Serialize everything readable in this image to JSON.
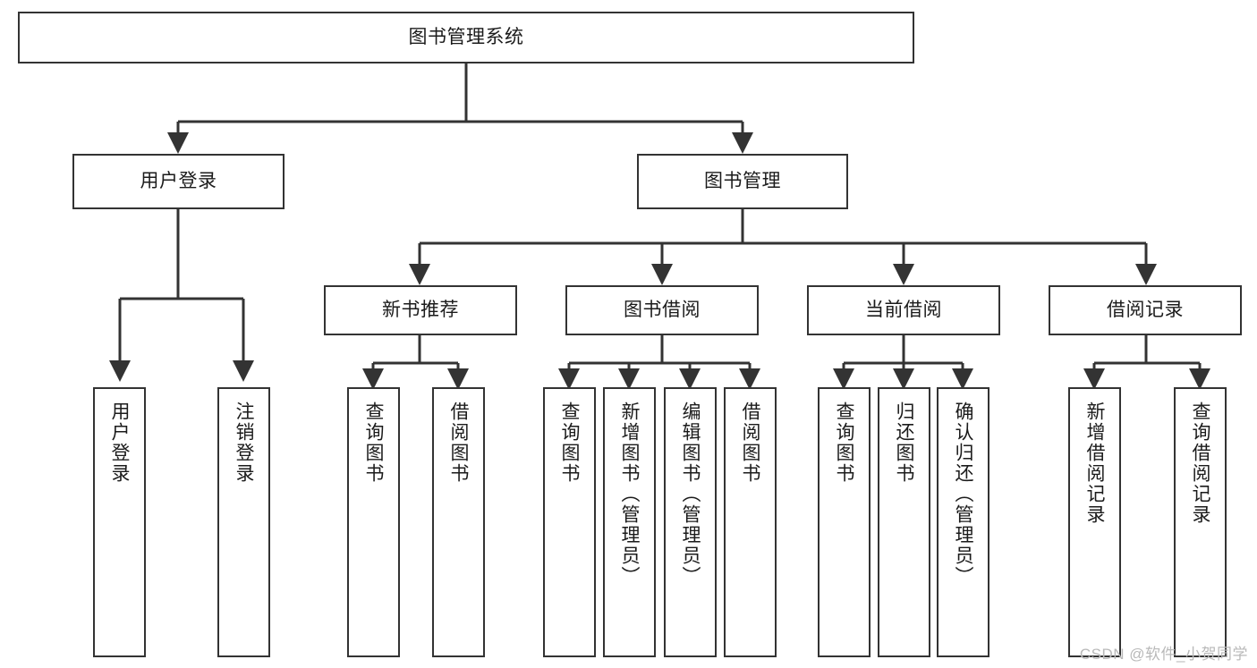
{
  "diagram": {
    "title": "图书管理系统",
    "type": "tree-hierarchy-chart",
    "watermark": "CSDN @软件_小贺同学",
    "colors": {
      "box_border": "#333333",
      "box_fill": "#ffffff",
      "edge": "#333333",
      "text": "#1b1b1b",
      "watermark": "#b9b9b9",
      "background": "#ffffff"
    },
    "nodes": {
      "root": {
        "label": "图书管理系统",
        "orientation": "horizontal"
      },
      "user_login": {
        "label": "用户登录",
        "orientation": "horizontal"
      },
      "book_manage": {
        "label": "图书管理",
        "orientation": "horizontal"
      },
      "new_book_rec": {
        "label": "新书推荐",
        "orientation": "horizontal"
      },
      "book_borrow": {
        "label": "图书借阅",
        "orientation": "horizontal"
      },
      "current_borrow": {
        "label": "当前借阅",
        "orientation": "horizontal"
      },
      "borrow_record": {
        "label": "借阅记录",
        "orientation": "horizontal"
      },
      "leaf_user_login": {
        "label": "用户登录",
        "orientation": "vertical"
      },
      "leaf_logout": {
        "label": "注销登录",
        "orientation": "vertical"
      },
      "leaf_query_book_1": {
        "label": "查询图书",
        "orientation": "vertical"
      },
      "leaf_borrow_book_1": {
        "label": "借阅图书",
        "orientation": "vertical"
      },
      "leaf_query_book_2": {
        "label": "查询图书",
        "orientation": "vertical"
      },
      "leaf_add_book": {
        "label": "新增图书（管理员）",
        "orientation": "vertical"
      },
      "leaf_edit_book": {
        "label": "编辑图书（管理员）",
        "orientation": "vertical"
      },
      "leaf_borrow_book_2": {
        "label": "借阅图书",
        "orientation": "vertical"
      },
      "leaf_query_book_3": {
        "label": "查询图书",
        "orientation": "vertical"
      },
      "leaf_return_book": {
        "label": "归还图书",
        "orientation": "vertical"
      },
      "leaf_confirm_return": {
        "label": "确认归还（管理员）",
        "orientation": "vertical"
      },
      "leaf_add_record": {
        "label": "新增借阅记录",
        "orientation": "vertical"
      },
      "leaf_query_record": {
        "label": "查询借阅记录",
        "orientation": "vertical"
      }
    },
    "hierarchy": [
      {
        "label": "图书管理系统",
        "children": [
          {
            "label": "用户登录",
            "children": [
              {
                "label": "用户登录"
              },
              {
                "label": "注销登录"
              }
            ]
          },
          {
            "label": "图书管理",
            "children": [
              {
                "label": "新书推荐",
                "children": [
                  {
                    "label": "查询图书"
                  },
                  {
                    "label": "借阅图书"
                  }
                ]
              },
              {
                "label": "图书借阅",
                "children": [
                  {
                    "label": "查询图书"
                  },
                  {
                    "label": "新增图书（管理员）"
                  },
                  {
                    "label": "编辑图书（管理员）"
                  },
                  {
                    "label": "借阅图书"
                  }
                ]
              },
              {
                "label": "当前借阅",
                "children": [
                  {
                    "label": "查询图书"
                  },
                  {
                    "label": "归还图书"
                  },
                  {
                    "label": "确认归还（管理员）"
                  }
                ]
              },
              {
                "label": "借阅记录",
                "children": [
                  {
                    "label": "新增借阅记录"
                  },
                  {
                    "label": "查询借阅记录"
                  }
                ]
              }
            ]
          }
        ]
      }
    ]
  }
}
